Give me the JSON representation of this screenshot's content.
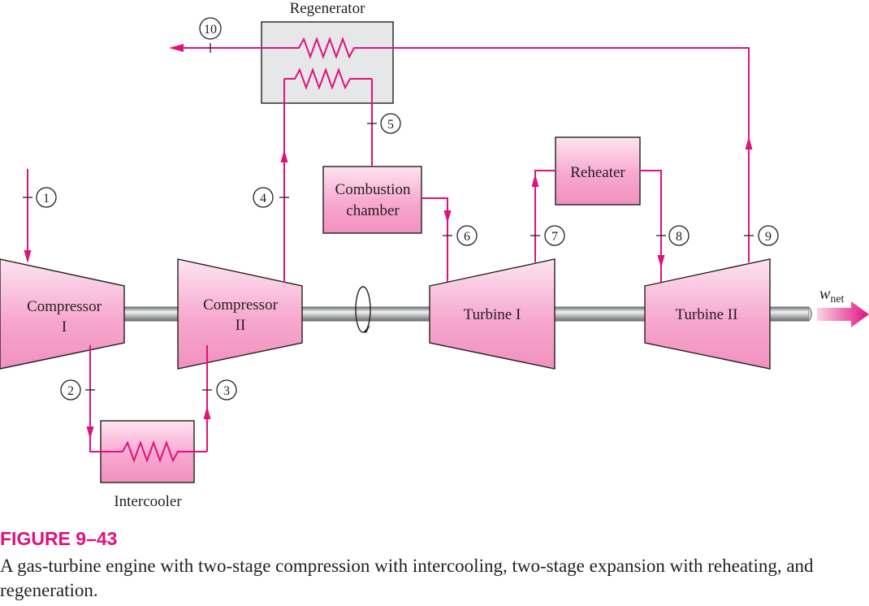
{
  "figure": {
    "number": "FIGURE 9–43",
    "caption": "A gas-turbine engine with two-stage compression with intercooling, two-stage expansion with reheating, and regeneration."
  },
  "components": {
    "regenerator": "Regenerator",
    "compressor_1": [
      "Compressor",
      "I"
    ],
    "compressor_2": [
      "Compressor",
      "II"
    ],
    "intercooler": "Intercooler",
    "combustion_chamber": [
      "Combustion",
      "chamber"
    ],
    "turbine_1": "Turbine I",
    "reheater": "Reheater",
    "turbine_2": "Turbine II"
  },
  "work_output": {
    "symbol": "w",
    "subscript": "net"
  },
  "states": [
    "1",
    "2",
    "3",
    "4",
    "5",
    "6",
    "7",
    "8",
    "9",
    "10"
  ],
  "colors": {
    "flow_line": "#e0117f",
    "component_fill": "#f7a8cf",
    "regenerator_fill": "#e6e7e8",
    "shaft": "#a7a9ac"
  }
}
